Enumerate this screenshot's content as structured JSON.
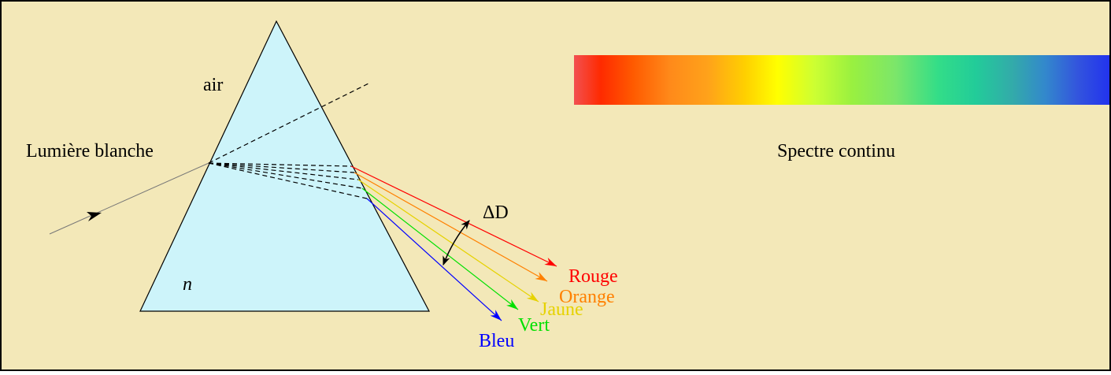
{
  "labels": {
    "air": "air",
    "n": "n",
    "white_light": "Lumière blanche",
    "delta_d": "ΔD",
    "spectrum_caption": "Spectre continu"
  },
  "rays": [
    {
      "label": "Rouge",
      "color": "#ff0000"
    },
    {
      "label": "Orange",
      "color": "#ff8000"
    },
    {
      "label": "Jaune",
      "color": "#e6d200"
    },
    {
      "label": "Vert",
      "color": "#00e000"
    },
    {
      "label": "Bleu",
      "color": "#0000ff"
    }
  ],
  "colors": {
    "background": "#f3e8b8",
    "prism_fill": "#cdf4fa",
    "border": "#000000"
  }
}
